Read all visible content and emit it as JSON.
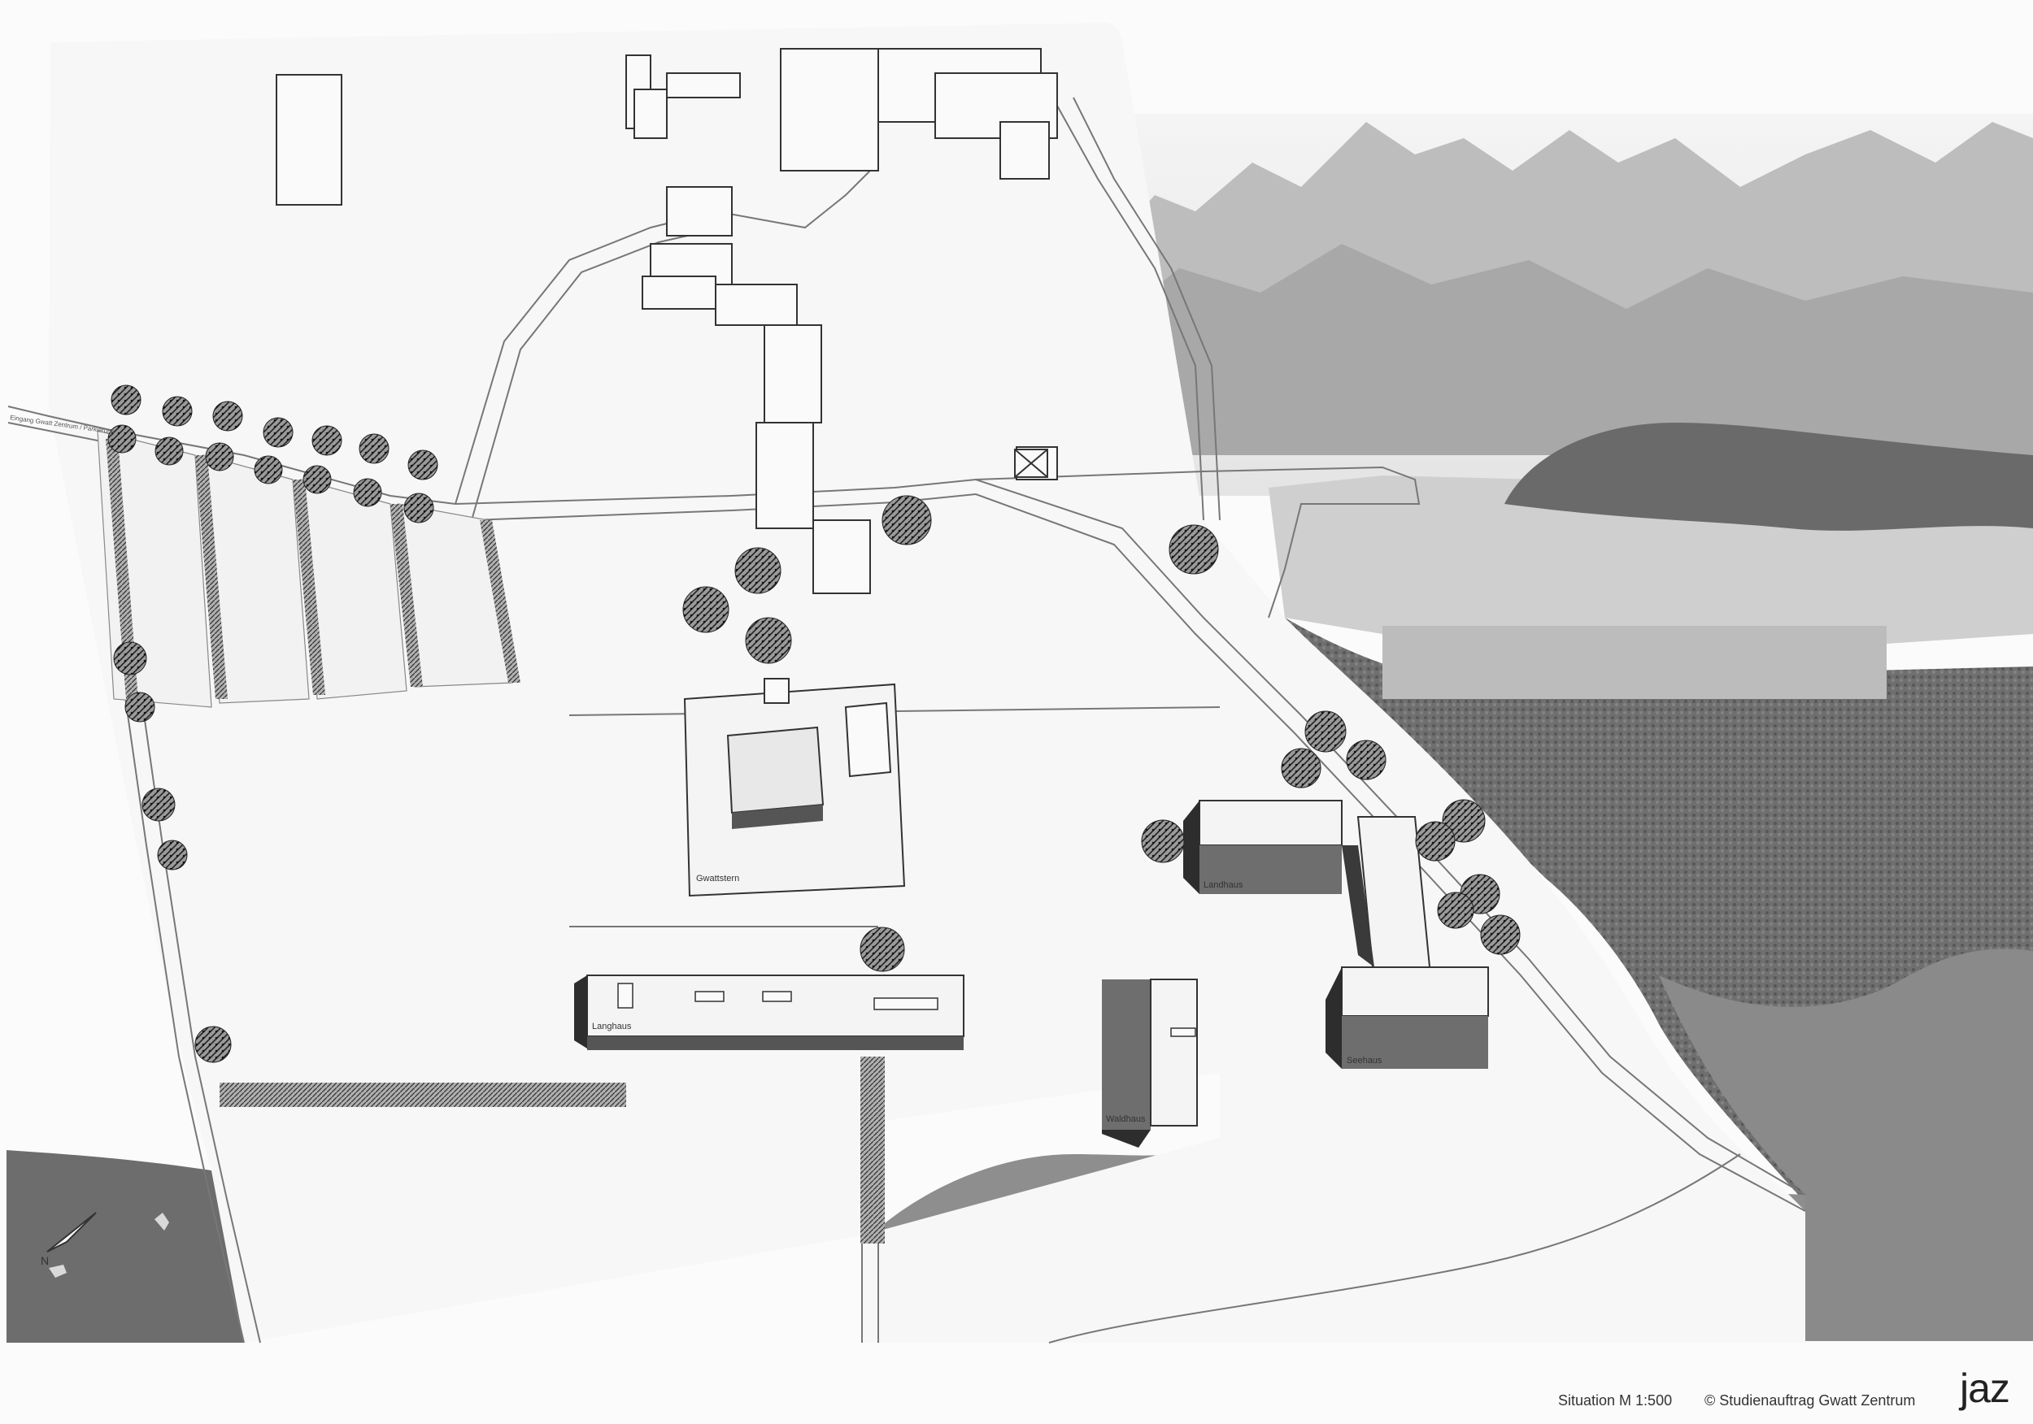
{
  "plan": {
    "buildings": {
      "gwattstern": "Gwattstern",
      "landhaus_east": "Landhaus",
      "langhaus": "Langhaus",
      "seehaus": "Seehaus",
      "waldhaus": "Waldhaus"
    },
    "road_label": "Eingang Gwatt Zentrum / Parkierung",
    "north_marker": "N"
  },
  "footer": {
    "scale": "Situation M 1:500",
    "copyright": "© Studienauftrag Gwatt Zentrum",
    "brand": "jaz"
  },
  "colors": {
    "paper": "#fbfbfb",
    "photo_gray": "#9a9a9a",
    "lake": "#c9c9c9",
    "building_shadow": "#6e6e6e",
    "line": "#555555"
  }
}
